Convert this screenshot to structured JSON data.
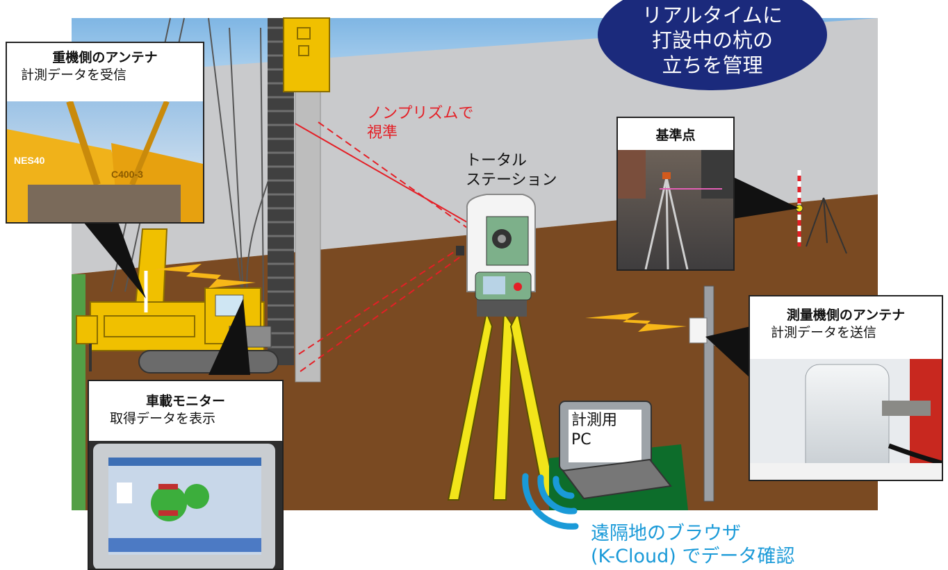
{
  "headline": "リアルタイムに\n打設中の杭の\n立ちを管理",
  "labels": {
    "nonprism": "ノンプリズムで\n視準",
    "total_station": "トータル\nステーション",
    "pc": "計測用\nPC",
    "cloud": "遠隔地のブラウザ\n(K-Cloud) でデータ確認"
  },
  "callouts": {
    "heavy_antenna": {
      "title": "重機側のアンテナ",
      "subtitle": "計測データを受信"
    },
    "vehicle_monitor": {
      "title": "車載モニター",
      "subtitle": "取得データを表示"
    },
    "reference_point": {
      "title": "基準点"
    },
    "survey_antenna": {
      "title": "測量機側のアンテナ",
      "subtitle": "計測データを送信"
    }
  },
  "photo_text": {
    "machine_mark": "NES40",
    "machine_model": "C400-3"
  },
  "colors": {
    "sky": "#a9cfea",
    "wall": "#c9cacc",
    "ground": "#7a4a22",
    "crane": "#f0c000",
    "tripod": "#f2e51a",
    "bubble": "#1b2a7c",
    "laser": "#e41f26",
    "cloud_text": "#1a9ad8",
    "pc_box": "#0d6d2b"
  }
}
